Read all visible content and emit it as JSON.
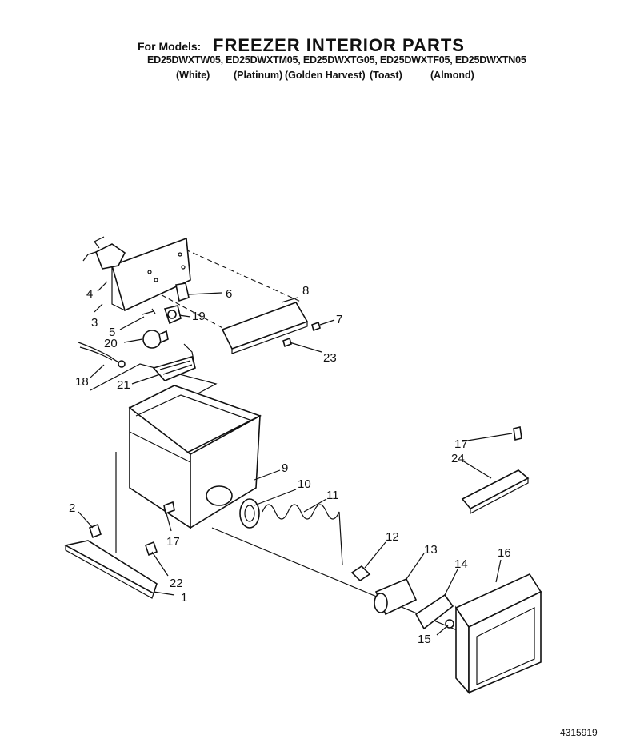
{
  "header": {
    "for_models_label": "For Models:",
    "title": "FREEZER INTERIOR PARTS",
    "models": "ED25DWXTW05, ED25DWXTM05, ED25DWXTG05, ED25DWXTF05, ED25DWXTN05",
    "colors": [
      "(White)",
      "(Platinum)",
      "(Golden Harvest)",
      "(Toast)",
      "(Almond)"
    ]
  },
  "diagram": {
    "callouts": [
      "1",
      "2",
      "3",
      "4",
      "5",
      "6",
      "7",
      "8",
      "9",
      "10",
      "11",
      "12",
      "13",
      "14",
      "15",
      "16",
      "17",
      "17",
      "18",
      "19",
      "20",
      "21",
      "22",
      "23",
      "24"
    ]
  },
  "footer": {
    "doc_number": "4315919"
  },
  "top_mark": "·"
}
